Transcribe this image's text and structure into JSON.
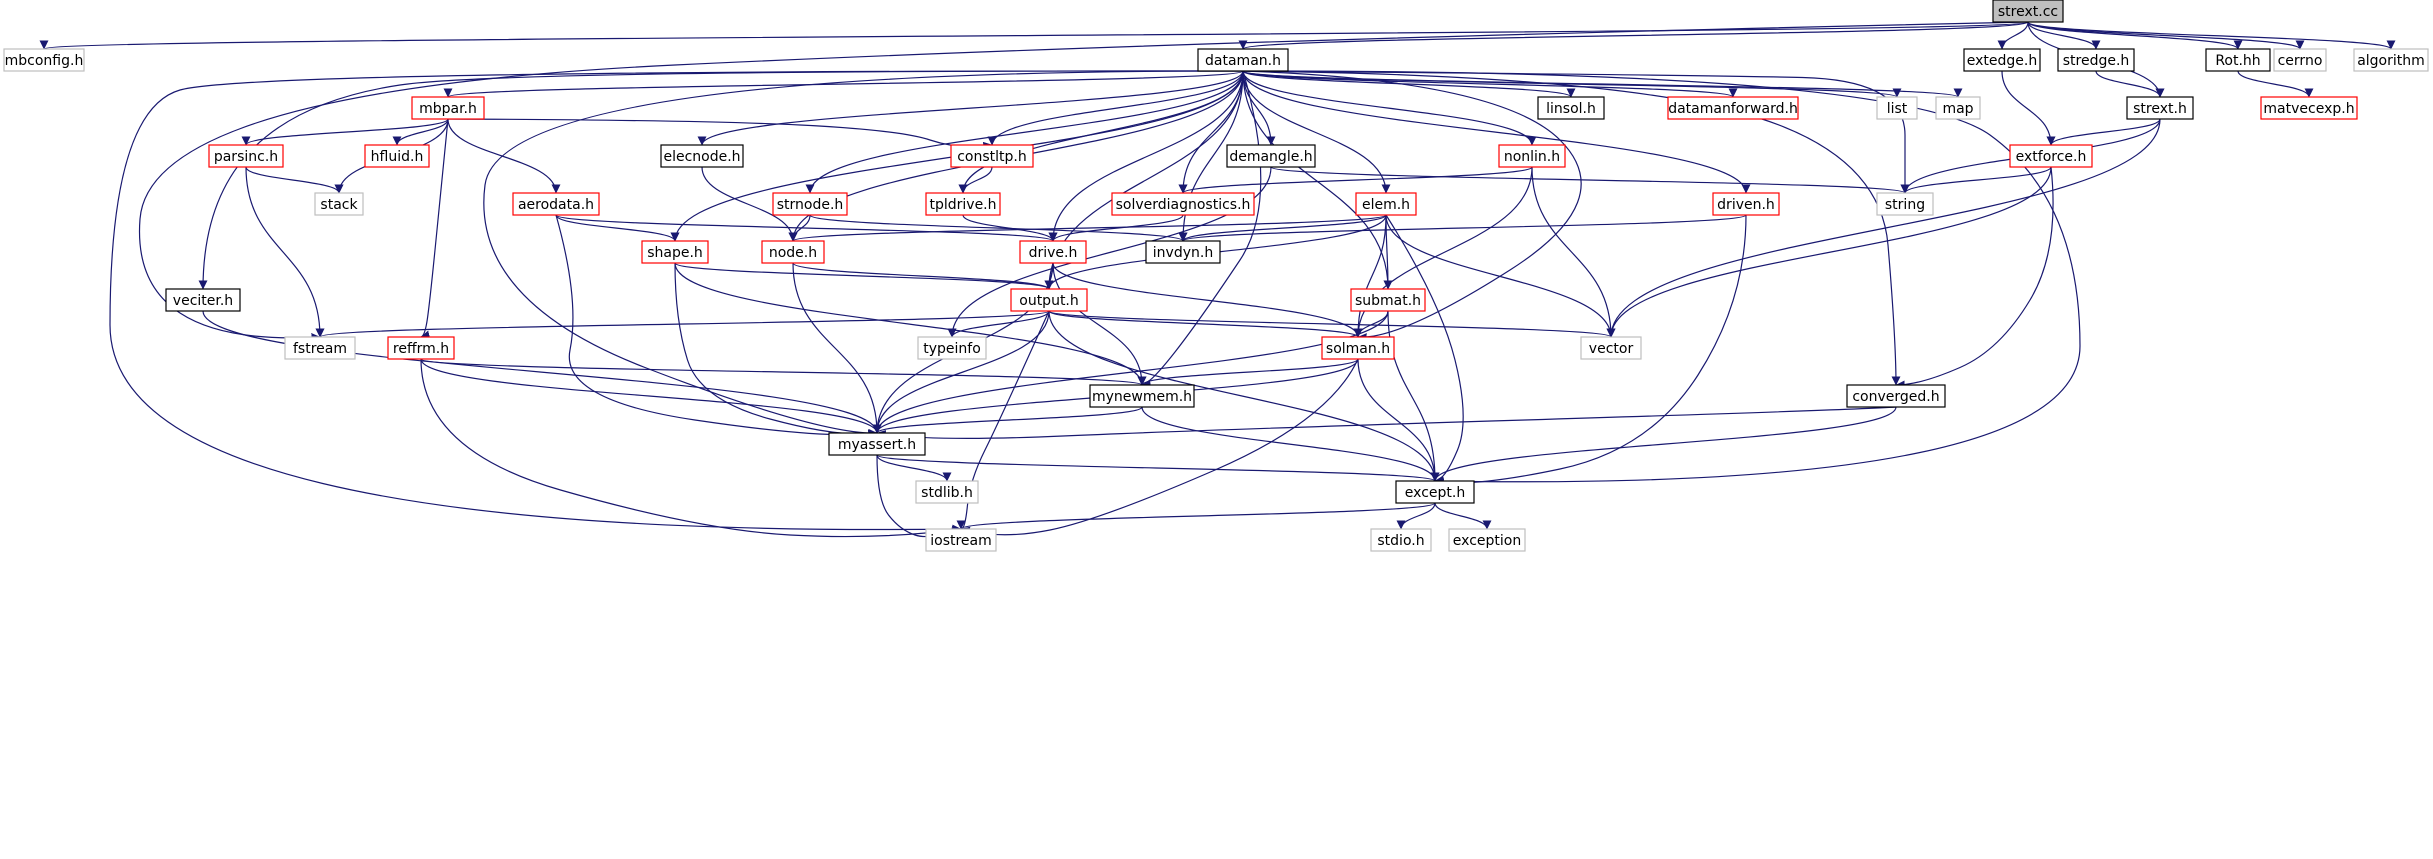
{
  "diagram": {
    "type": "include-dependency-graph",
    "colors": {
      "edge": "#191970",
      "node_black": "#000000",
      "node_red": "#ff0000",
      "node_gray": "#bfbfbf",
      "root_fill": "#bfbfbf",
      "text": "#000000"
    },
    "nodes": [
      {
        "id": "strext_cc",
        "label": "strext.cc",
        "style": "root"
      },
      {
        "id": "mbconfig_h",
        "label": "mbconfig.h",
        "style": "gray"
      },
      {
        "id": "dataman_h",
        "label": "dataman.h",
        "style": "black"
      },
      {
        "id": "extedge_h",
        "label": "extedge.h",
        "style": "black"
      },
      {
        "id": "stredge_h",
        "label": "stredge.h",
        "style": "black"
      },
      {
        "id": "rot_hh",
        "label": "Rot.hh",
        "style": "black"
      },
      {
        "id": "cerrno",
        "label": "cerrno",
        "style": "gray"
      },
      {
        "id": "algorithm",
        "label": "algorithm",
        "style": "gray"
      },
      {
        "id": "mbpar_h",
        "label": "mbpar.h",
        "style": "red"
      },
      {
        "id": "linsol_h",
        "label": "linsol.h",
        "style": "black"
      },
      {
        "id": "datamanforward_h",
        "label": "datamanforward.h",
        "style": "red"
      },
      {
        "id": "list",
        "label": "list",
        "style": "gray"
      },
      {
        "id": "map",
        "label": "map",
        "style": "gray"
      },
      {
        "id": "strext_h",
        "label": "strext.h",
        "style": "black"
      },
      {
        "id": "matvecexp_h",
        "label": "matvecexp.h",
        "style": "red"
      },
      {
        "id": "parsinc_h",
        "label": "parsinc.h",
        "style": "red"
      },
      {
        "id": "hfluid_h",
        "label": "hfluid.h",
        "style": "red"
      },
      {
        "id": "elecnode_h",
        "label": "elecnode.h",
        "style": "black"
      },
      {
        "id": "constltp_h",
        "label": "constltp.h",
        "style": "red"
      },
      {
        "id": "demangle_h",
        "label": "demangle.h",
        "style": "black"
      },
      {
        "id": "nonlin_h",
        "label": "nonlin.h",
        "style": "red"
      },
      {
        "id": "extforce_h",
        "label": "extforce.h",
        "style": "red"
      },
      {
        "id": "stack",
        "label": "stack",
        "style": "gray"
      },
      {
        "id": "aerodata_h",
        "label": "aerodata.h",
        "style": "red"
      },
      {
        "id": "strnode_h",
        "label": "strnode.h",
        "style": "red"
      },
      {
        "id": "tpldrive_h",
        "label": "tpldrive.h",
        "style": "red"
      },
      {
        "id": "solverdiagnostics_h",
        "label": "solverdiagnostics.h",
        "style": "red"
      },
      {
        "id": "elem_h",
        "label": "elem.h",
        "style": "red"
      },
      {
        "id": "driven_h",
        "label": "driven.h",
        "style": "red"
      },
      {
        "id": "string",
        "label": "string",
        "style": "gray"
      },
      {
        "id": "shape_h",
        "label": "shape.h",
        "style": "red"
      },
      {
        "id": "node_h",
        "label": "node.h",
        "style": "red"
      },
      {
        "id": "drive_h",
        "label": "drive.h",
        "style": "red"
      },
      {
        "id": "invdyn_h",
        "label": "invdyn.h",
        "style": "black"
      },
      {
        "id": "veciter_h",
        "label": "veciter.h",
        "style": "black"
      },
      {
        "id": "output_h",
        "label": "output.h",
        "style": "red"
      },
      {
        "id": "submat_h",
        "label": "submat.h",
        "style": "red"
      },
      {
        "id": "fstream",
        "label": "fstream",
        "style": "gray"
      },
      {
        "id": "reffrm_h",
        "label": "reffrm.h",
        "style": "red"
      },
      {
        "id": "typeinfo",
        "label": "typeinfo",
        "style": "gray"
      },
      {
        "id": "solman_h",
        "label": "solman.h",
        "style": "red"
      },
      {
        "id": "vector",
        "label": "vector",
        "style": "gray"
      },
      {
        "id": "mynewmem_h",
        "label": "mynewmem.h",
        "style": "black"
      },
      {
        "id": "converged_h",
        "label": "converged.h",
        "style": "black"
      },
      {
        "id": "myassert_h",
        "label": "myassert.h",
        "style": "black"
      },
      {
        "id": "stdlib_h",
        "label": "stdlib.h",
        "style": "gray"
      },
      {
        "id": "except_h",
        "label": "except.h",
        "style": "black"
      },
      {
        "id": "iostream",
        "label": "iostream",
        "style": "gray"
      },
      {
        "id": "stdio_h",
        "label": "stdio.h",
        "style": "gray"
      },
      {
        "id": "exception",
        "label": "exception",
        "style": "gray"
      }
    ],
    "edges": [
      [
        "strext_cc",
        "mbconfig_h"
      ],
      [
        "strext_cc",
        "dataman_h"
      ],
      [
        "strext_cc",
        "extedge_h"
      ],
      [
        "strext_cc",
        "stredge_h"
      ],
      [
        "strext_cc",
        "rot_hh"
      ],
      [
        "strext_cc",
        "cerrno"
      ],
      [
        "strext_cc",
        "algorithm"
      ],
      [
        "strext_cc",
        "strext_h"
      ],
      [
        "strext_cc",
        "fstream"
      ],
      [
        "dataman_h",
        "mbpar_h"
      ],
      [
        "dataman_h",
        "linsol_h"
      ],
      [
        "dataman_h",
        "datamanforward_h"
      ],
      [
        "dataman_h",
        "list"
      ],
      [
        "dataman_h",
        "map"
      ],
      [
        "dataman_h",
        "string"
      ],
      [
        "dataman_h",
        "elecnode_h"
      ],
      [
        "dataman_h",
        "constltp_h"
      ],
      [
        "dataman_h",
        "demangle_h"
      ],
      [
        "dataman_h",
        "nonlin_h"
      ],
      [
        "dataman_h",
        "strnode_h"
      ],
      [
        "dataman_h",
        "tpldrive_h"
      ],
      [
        "dataman_h",
        "solverdiagnostics_h"
      ],
      [
        "dataman_h",
        "elem_h"
      ],
      [
        "dataman_h",
        "driven_h"
      ],
      [
        "dataman_h",
        "shape_h"
      ],
      [
        "dataman_h",
        "node_h"
      ],
      [
        "dataman_h",
        "drive_h"
      ],
      [
        "dataman_h",
        "invdyn_h"
      ],
      [
        "dataman_h",
        "veciter_h"
      ],
      [
        "dataman_h",
        "output_h"
      ],
      [
        "dataman_h",
        "submat_h"
      ],
      [
        "dataman_h",
        "solman_h"
      ],
      [
        "dataman_h",
        "mynewmem_h"
      ],
      [
        "dataman_h",
        "converged_h"
      ],
      [
        "dataman_h",
        "myassert_h"
      ],
      [
        "dataman_h",
        "except_h"
      ],
      [
        "dataman_h",
        "iostream"
      ],
      [
        "extedge_h",
        "extforce_h"
      ],
      [
        "stredge_h",
        "strext_h"
      ],
      [
        "rot_hh",
        "matvecexp_h"
      ],
      [
        "strext_h",
        "extforce_h"
      ],
      [
        "strext_h",
        "string"
      ],
      [
        "strext_h",
        "vector"
      ],
      [
        "mbpar_h",
        "parsinc_h"
      ],
      [
        "mbpar_h",
        "hfluid_h"
      ],
      [
        "mbpar_h",
        "stack"
      ],
      [
        "mbpar_h",
        "aerodata_h"
      ],
      [
        "mbpar_h",
        "constltp_h"
      ],
      [
        "mbpar_h",
        "reffrm_h"
      ],
      [
        "parsinc_h",
        "stack"
      ],
      [
        "parsinc_h",
        "fstream"
      ],
      [
        "elecnode_h",
        "node_h"
      ],
      [
        "constltp_h",
        "tpldrive_h"
      ],
      [
        "demangle_h",
        "string"
      ],
      [
        "demangle_h",
        "typeinfo"
      ],
      [
        "nonlin_h",
        "solverdiagnostics_h"
      ],
      [
        "nonlin_h",
        "solman_h"
      ],
      [
        "nonlin_h",
        "vector"
      ],
      [
        "extforce_h",
        "string"
      ],
      [
        "extforce_h",
        "vector"
      ],
      [
        "extforce_h",
        "converged_h"
      ],
      [
        "aerodata_h",
        "shape_h"
      ],
      [
        "aerodata_h",
        "drive_h"
      ],
      [
        "aerodata_h",
        "myassert_h"
      ],
      [
        "strnode_h",
        "node_h"
      ],
      [
        "strnode_h",
        "invdyn_h"
      ],
      [
        "tpldrive_h",
        "drive_h"
      ],
      [
        "solverdiagnostics_h",
        "drive_h"
      ],
      [
        "elem_h",
        "node_h"
      ],
      [
        "elem_h",
        "invdyn_h"
      ],
      [
        "elem_h",
        "output_h"
      ],
      [
        "elem_h",
        "submat_h"
      ],
      [
        "elem_h",
        "solman_h"
      ],
      [
        "elem_h",
        "vector"
      ],
      [
        "elem_h",
        "except_h"
      ],
      [
        "driven_h",
        "invdyn_h"
      ],
      [
        "driven_h",
        "except_h"
      ],
      [
        "shape_h",
        "output_h"
      ],
      [
        "shape_h",
        "mynewmem_h"
      ],
      [
        "shape_h",
        "myassert_h"
      ],
      [
        "node_h",
        "output_h"
      ],
      [
        "node_h",
        "myassert_h"
      ],
      [
        "drive_h",
        "output_h"
      ],
      [
        "drive_h",
        "solman_h"
      ],
      [
        "drive_h",
        "mynewmem_h"
      ],
      [
        "drive_h",
        "myassert_h"
      ],
      [
        "veciter_h",
        "myassert_h"
      ],
      [
        "output_h",
        "fstream"
      ],
      [
        "output_h",
        "typeinfo"
      ],
      [
        "output_h",
        "vector"
      ],
      [
        "output_h",
        "solman_h"
      ],
      [
        "output_h",
        "myassert_h"
      ],
      [
        "output_h",
        "except_h"
      ],
      [
        "output_h",
        "iostream"
      ],
      [
        "submat_h",
        "solman_h"
      ],
      [
        "submat_h",
        "myassert_h"
      ],
      [
        "submat_h",
        "except_h"
      ],
      [
        "reffrm_h",
        "mynewmem_h"
      ],
      [
        "reffrm_h",
        "myassert_h"
      ],
      [
        "reffrm_h",
        "iostream"
      ],
      [
        "solman_h",
        "mynewmem_h"
      ],
      [
        "solman_h",
        "myassert_h"
      ],
      [
        "solman_h",
        "except_h"
      ],
      [
        "solman_h",
        "iostream"
      ],
      [
        "mynewmem_h",
        "myassert_h"
      ],
      [
        "mynewmem_h",
        "except_h"
      ],
      [
        "converged_h",
        "myassert_h"
      ],
      [
        "converged_h",
        "except_h"
      ],
      [
        "myassert_h",
        "stdlib_h"
      ],
      [
        "myassert_h",
        "except_h"
      ],
      [
        "myassert_h",
        "iostream"
      ],
      [
        "except_h",
        "stdio_h"
      ],
      [
        "except_h",
        "exception"
      ],
      [
        "except_h",
        "iostream"
      ]
    ]
  }
}
